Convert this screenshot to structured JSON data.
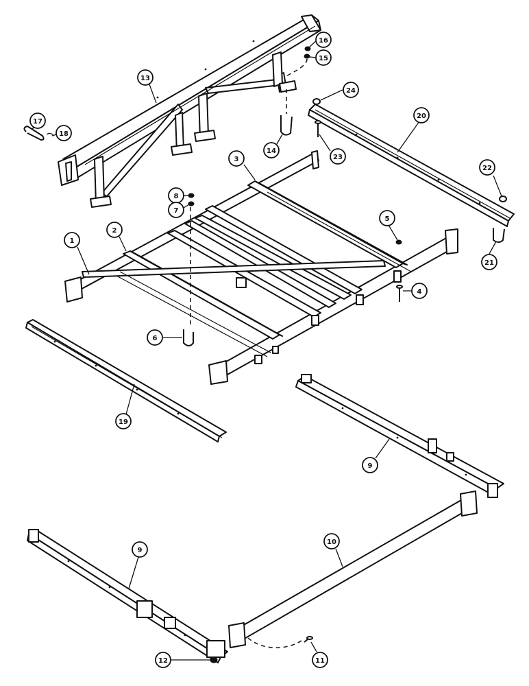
{
  "callouts": [
    {
      "id": "c13",
      "label": "13"
    },
    {
      "id": "c16",
      "label": "16"
    },
    {
      "id": "c15",
      "label": "15"
    },
    {
      "id": "c24",
      "label": "24"
    },
    {
      "id": "c20",
      "label": "20"
    },
    {
      "id": "c17",
      "label": "17"
    },
    {
      "id": "c18",
      "label": "18"
    },
    {
      "id": "c14",
      "label": "14"
    },
    {
      "id": "c23",
      "label": "23"
    },
    {
      "id": "c3",
      "label": "3"
    },
    {
      "id": "c22",
      "label": "22"
    },
    {
      "id": "c8",
      "label": "8"
    },
    {
      "id": "c7",
      "label": "7"
    },
    {
      "id": "c5",
      "label": "5"
    },
    {
      "id": "c1",
      "label": "1"
    },
    {
      "id": "c2",
      "label": "2"
    },
    {
      "id": "c21",
      "label": "21"
    },
    {
      "id": "c4",
      "label": "4"
    },
    {
      "id": "c6",
      "label": "6"
    },
    {
      "id": "c19",
      "label": "19"
    },
    {
      "id": "c9a",
      "label": "9"
    },
    {
      "id": "c10",
      "label": "10"
    },
    {
      "id": "c9b",
      "label": "9"
    },
    {
      "id": "c12",
      "label": "12"
    },
    {
      "id": "c11",
      "label": "11"
    }
  ],
  "colors": {
    "line": "#111111",
    "background": "#ffffff"
  }
}
